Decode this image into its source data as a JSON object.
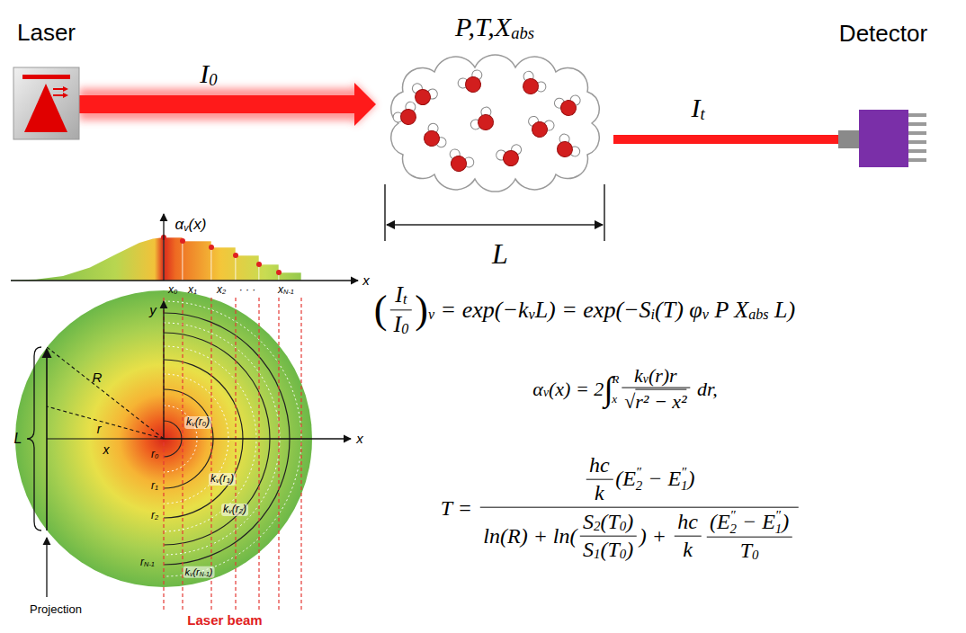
{
  "diagram": {
    "nodes": [
      {
        "text": [
          "Laser"
        ]
      },
      {
        "text": [
          "P,T,X",
          "abs"
        ]
      },
      {
        "text": [
          "Detector"
        ]
      }
    ],
    "edges": [
      {
        "from": 0,
        "to": 1,
        "arrow": "to"
      },
      {
        "from": 1,
        "to": 2,
        "arrow": "none"
      }
    ],
    "labels": [
      "I",
      "0",
      "I",
      "t",
      "L",
      "α",
      "v",
      "(x)",
      "x",
      "x",
      "0",
      "x",
      "1",
      "x",
      "2",
      "· · ·",
      "x",
      "N-1",
      "y",
      "x",
      "R",
      "r",
      "x",
      "k",
      "v",
      "(r",
      "0",
      ")",
      "k",
      "v",
      "(r",
      "1",
      ")",
      "k",
      "v",
      "(r",
      "2",
      ")",
      "k",
      "v",
      "(r",
      "N-1",
      ")",
      "r",
      "0",
      "r",
      "1",
      "r",
      "2",
      "r",
      "N-1",
      "L",
      "Projection",
      "Laser beam",
      "(",
      "I",
      "t",
      "I",
      "0",
      ")",
      "ν",
      " = exp(−k",
      "ν",
      "L) = exp(−S",
      "i",
      "(T) φ",
      "ν",
      " P X",
      "abs",
      " L)",
      "α",
      "ν",
      "(x) = 2",
      "∫",
      "R",
      "x",
      "k",
      "ν",
      "(r)r",
      "√",
      "r² − x²",
      " dr,",
      "T = ",
      "hc",
      "k",
      "(E",
      "2",
      "″",
      " − E",
      "1",
      "″",
      ")",
      "ln(R) + ln(",
      "S",
      "2",
      "(T",
      "0",
      ")",
      "S",
      "1",
      "(T",
      "0",
      ")",
      ") + ",
      "hc",
      "k",
      "(E",
      "2",
      "″",
      " − E",
      "1",
      "″",
      ")",
      "T",
      "0"
    ]
  }
}
